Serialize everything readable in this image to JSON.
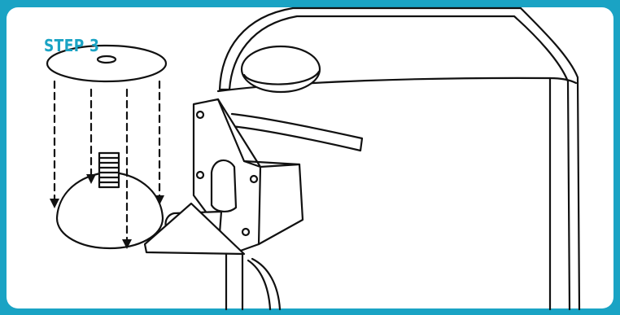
{
  "step": {
    "label": "STEP 3"
  },
  "colors": {
    "frame": "#1aa3c4",
    "title": "#1aa3c4",
    "line": "#111111"
  },
  "icons": {
    "disc": "flat-washer-disc",
    "dome": "dome-base",
    "arrow": "dashed-down-arrow",
    "device": "speaker-housing-with-mount-bracket"
  }
}
